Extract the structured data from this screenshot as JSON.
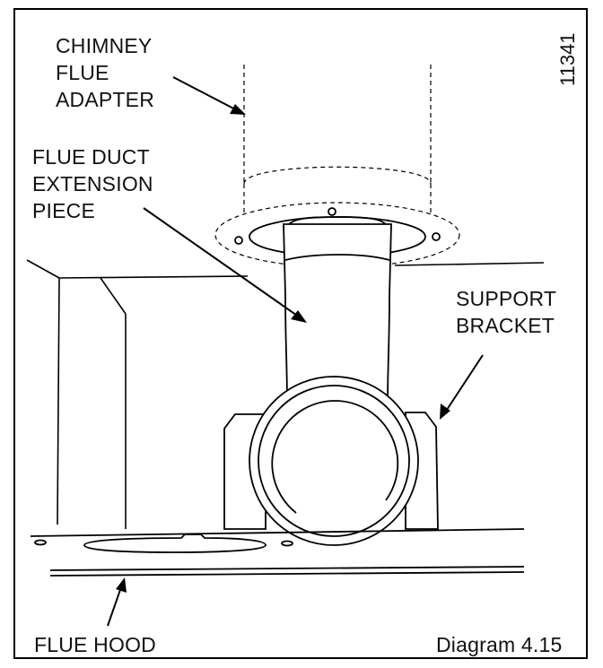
{
  "figure": {
    "id_code": "11341",
    "caption": "Diagram 4.15",
    "labels": {
      "chimney_flue_adapter": [
        "CHIMNEY",
        "FLUE",
        "ADAPTER"
      ],
      "flue_duct_extension_piece": [
        "FLUE DUCT",
        "EXTENSION",
        "PIECE"
      ],
      "support_bracket": [
        "SUPPORT",
        "BRACKET"
      ],
      "flue_hood": [
        "FLUE HOOD"
      ]
    }
  }
}
